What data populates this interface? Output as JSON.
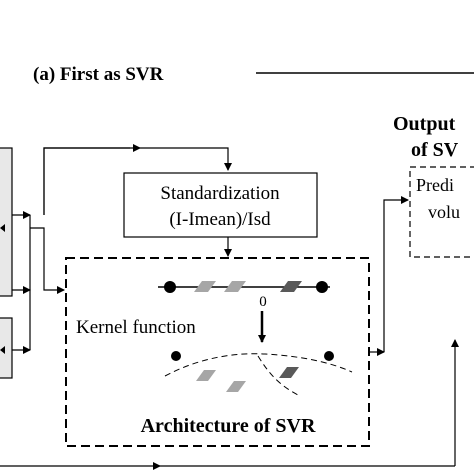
{
  "section": {
    "title": "(a) First as SVR"
  },
  "standardization": {
    "title": "Standardization",
    "formula": "(I-Imean)/Isd"
  },
  "svr": {
    "zero_label": "0",
    "kernel_label": "Kernel function",
    "architecture_label": "Architecture of SVR"
  },
  "output": {
    "heading_line1": "Output",
    "heading_line2": "of SV",
    "pred_line1": "Predi",
    "pred_line2": "volu"
  },
  "colors": {
    "line": "#000000",
    "input_box_fill": "#e8e8e8",
    "marker_light": "#a6a6a6",
    "marker_dark": "#595959"
  }
}
